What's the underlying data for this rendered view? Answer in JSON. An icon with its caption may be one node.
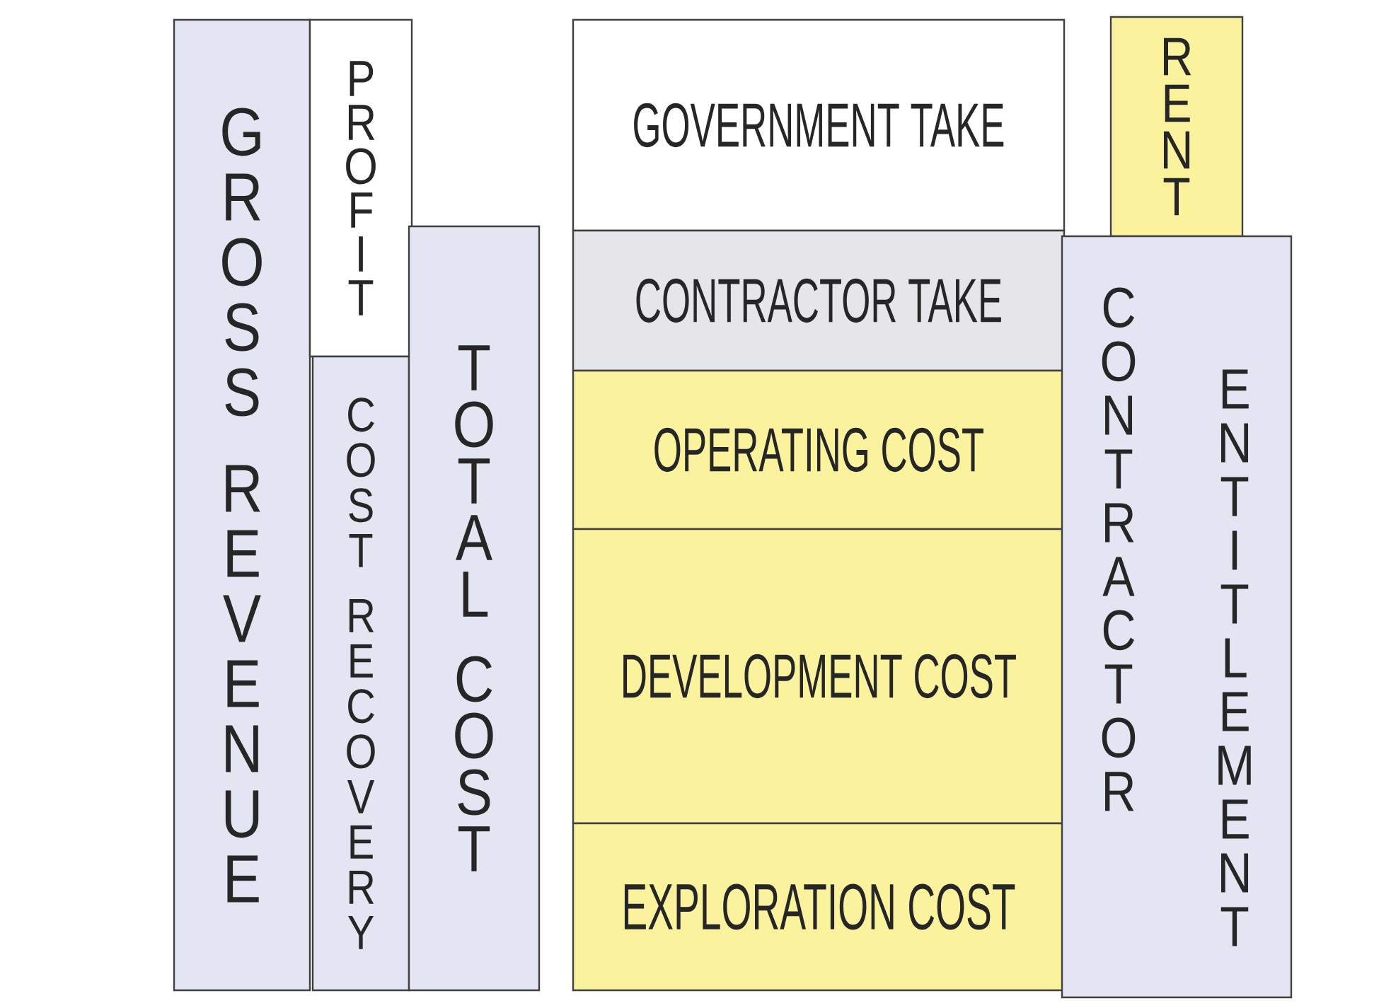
{
  "diagram": {
    "nodes": [
      {
        "text": [
          "GROSS REVENUE"
        ]
      },
      {
        "text": [
          "PROFIT"
        ]
      },
      {
        "text": [
          "COST RECOVERY"
        ]
      },
      {
        "text": [
          "TOTAL COST"
        ]
      },
      {
        "text": [
          "GOVERNMENT TAKE"
        ]
      },
      {
        "text": [
          "CONTRACTOR TAKE"
        ]
      },
      {
        "text": [
          "OPERATING COST"
        ]
      },
      {
        "text": [
          "DEVELOPMENT COST"
        ]
      },
      {
        "text": [
          "EXPLORATION COST"
        ]
      },
      {
        "text": [
          "RENT"
        ]
      },
      {
        "text": [
          "CONTRACTOR",
          "ENTITLEMENT"
        ]
      }
    ]
  }
}
